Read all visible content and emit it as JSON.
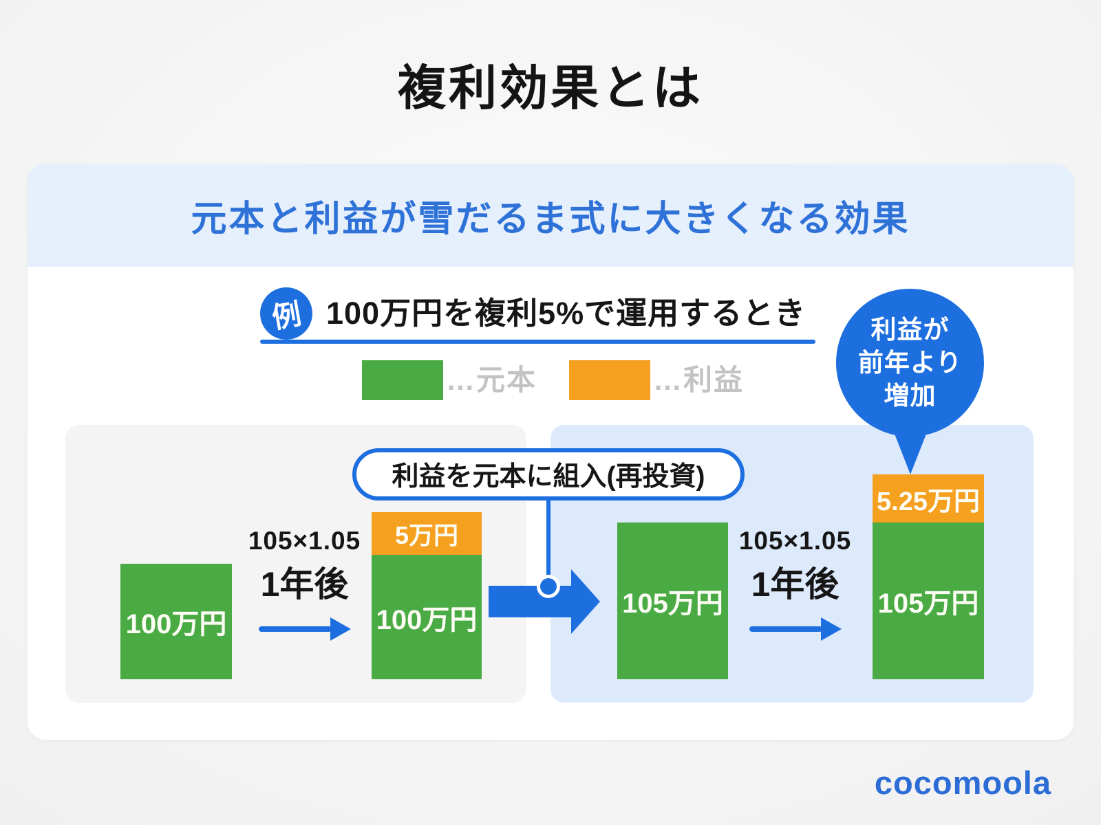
{
  "page": {
    "title": "複利効果とは"
  },
  "card": {
    "header": "元本と利益が雪だるま式に大きくなる効果",
    "example": {
      "badge": "例",
      "text": "100万円を複利5%で運用するとき"
    },
    "legend": [
      {
        "meaning": "principal",
        "label": "…元本"
      },
      {
        "meaning": "profit",
        "label": "…利益"
      }
    ],
    "balloon": {
      "line1": "利益が",
      "line2": "前年より",
      "line3": "増加"
    },
    "reinvest_pill": "利益を元本に組入(再投資)",
    "year1": {
      "start_amount": "100万円",
      "formula": "105×1.05",
      "period": "1年後",
      "result_profit": "5万円",
      "result_principal": "100万円"
    },
    "year2": {
      "start_amount": "105万円",
      "formula": "105×1.05",
      "period": "1年後",
      "result_profit": "5.25万円",
      "result_principal": "105万円"
    }
  },
  "footer": {
    "logo": "cocomoola"
  },
  "colors": {
    "accent": "#1d6fdf",
    "header-text": "#2e72d8",
    "green": "#4aab44",
    "orange": "#f5a01f",
    "band-bg": "#e6effc",
    "panel-gray": "#f4f4f5",
    "panel-blue": "#ddeafc",
    "legend-text": "#c3c3c6",
    "logo-blue": "#2b6cd6",
    "title-text": "#141414"
  }
}
